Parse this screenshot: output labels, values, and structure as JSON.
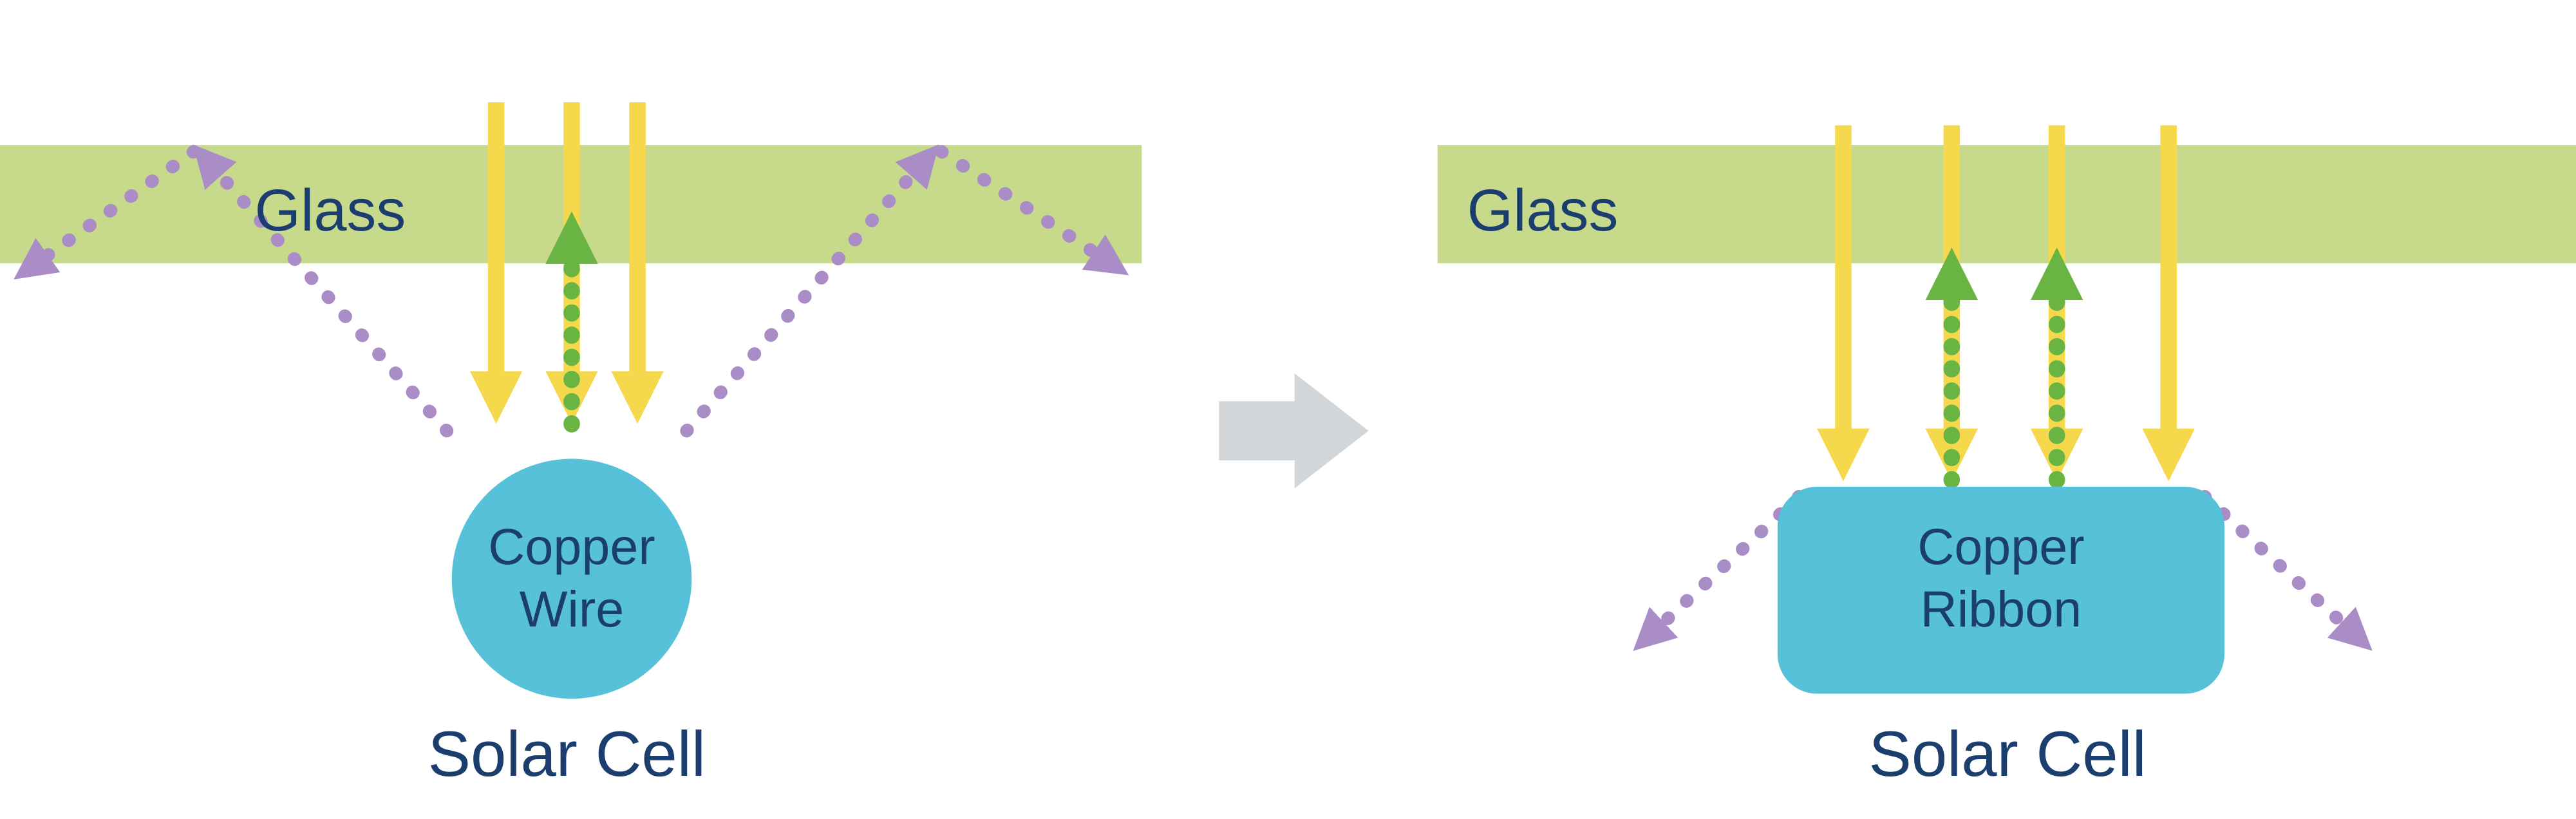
{
  "colors": {
    "background": "#ffffff",
    "glass": "#c7da8b",
    "sunlight": "#f6d84d",
    "absorbed": "#6ab444",
    "escaped": "#aa8cc7",
    "copper": "#57c1d9",
    "transform": "#d2d6d9",
    "text": "#1b3e6f"
  },
  "left_panel": {
    "glass_label": "Glass",
    "component_line1": "Copper",
    "component_line2": "Wire",
    "caption": "Solar Cell"
  },
  "right_panel": {
    "glass_label": "Glass",
    "component_line1": "Copper",
    "component_line2": "Ribbon",
    "caption": "Solar Cell"
  }
}
